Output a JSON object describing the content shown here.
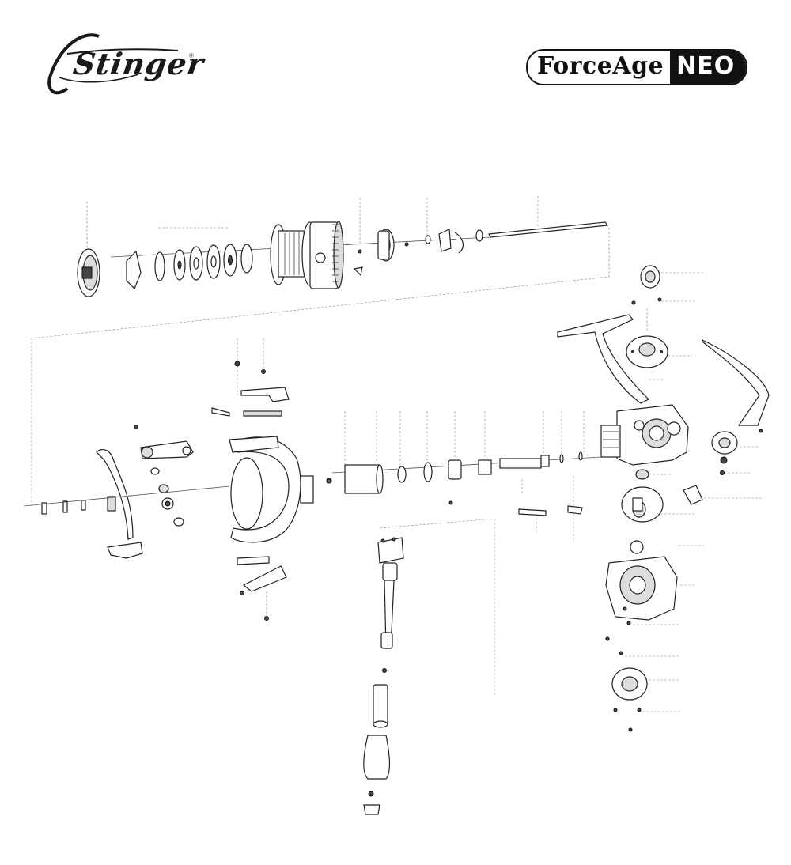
{
  "brand_left": {
    "name": "Stinger",
    "trademark": "®"
  },
  "brand_right": {
    "model_part1": "ForceAge",
    "model_part2": "NEO"
  }
}
